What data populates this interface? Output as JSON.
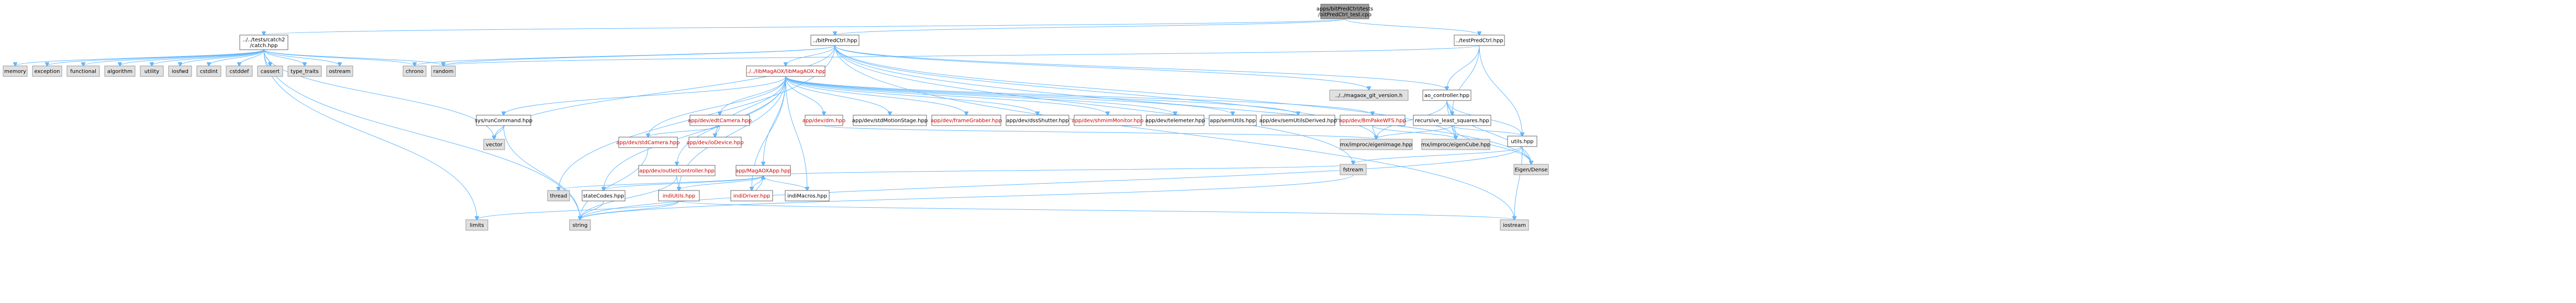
{
  "root": {
    "lines": [
      "apps/bitPredCtrl/tests",
      "/bitPredCtrl_test.cpp"
    ]
  },
  "nodes": {
    "catch2": {
      "lines": [
        "../../tests/catch2",
        "/catch.hpp"
      ]
    },
    "bitpredctrl": {
      "lines": [
        "../bitPredCtrl.hpp"
      ]
    },
    "testpredctrl": {
      "lines": [
        "../testPredCtrl.hpp"
      ]
    },
    "memory": {
      "lines": [
        "memory"
      ]
    },
    "exception": {
      "lines": [
        "exception"
      ]
    },
    "functional": {
      "lines": [
        "functional"
      ]
    },
    "algorithm": {
      "lines": [
        "algorithm"
      ]
    },
    "utility": {
      "lines": [
        "utility"
      ]
    },
    "iosfwd": {
      "lines": [
        "iosfwd"
      ]
    },
    "cstdint": {
      "lines": [
        "cstdint"
      ]
    },
    "cstddef": {
      "lines": [
        "cstddef"
      ]
    },
    "cassert": {
      "lines": [
        "cassert"
      ]
    },
    "type_traits": {
      "lines": [
        "type_traits"
      ]
    },
    "ostream": {
      "lines": [
        "ostream"
      ]
    },
    "chrono": {
      "lines": [
        "chrono"
      ]
    },
    "random": {
      "lines": [
        "random"
      ]
    },
    "magaox_git_version": {
      "lines": [
        "../../magaox_git_version.h"
      ]
    },
    "ao_controller": {
      "lines": [
        "ao_controller.hpp"
      ]
    },
    "magaoxapp_main": {
      "lines": [
        "../../libMagAOX/libMagAOX.hpp"
      ]
    },
    "recursive_ls": {
      "lines": [
        "recursive_least_squares.hpp"
      ]
    },
    "utils": {
      "lines": [
        "utils.hpp"
      ]
    },
    "sysruncommand": {
      "lines": [
        "sys/runCommand.hpp"
      ]
    },
    "vector": {
      "lines": [
        "vector"
      ]
    },
    "devedtcamera": {
      "lines": [
        "app/dev/edtCamera.hpp"
      ]
    },
    "devdm": {
      "lines": [
        "app/dev/dm.hpp"
      ]
    },
    "devstdmotionstage": {
      "lines": [
        "app/dev/stdMotionStage.hpp"
      ]
    },
    "devframegrabber": {
      "lines": [
        "app/dev/frameGrabber.hpp"
      ]
    },
    "devshutter": {
      "lines": [
        "app/dev/dssShutter.hpp"
      ]
    },
    "devshmimmonitor": {
      "lines": [
        "app/dev/shmimMonitor.hpp"
      ]
    },
    "devtelemeter": {
      "lines": [
        "app/dev/telemeter.hpp"
      ]
    },
    "semutils": {
      "lines": [
        "app/semUtils.hpp"
      ]
    },
    "devsemutilsderived": {
      "lines": [
        "app/dev/semUtilsDerived.hpp"
      ]
    },
    "devbmpakewfs": {
      "lines": [
        "app/dev/BmPakeWFS.hpp"
      ]
    },
    "devstdcamera": {
      "lines": [
        "app/dev/stdCamera.hpp"
      ]
    },
    "devioDevice": {
      "lines": [
        "app/dev/ioDevice.hpp"
      ]
    },
    "mximeigenimage": {
      "lines": [
        "mx/improc/eigenImage.hpp"
      ]
    },
    "mximeigencube": {
      "lines": [
        "mx/improc/eigenCube.hpp"
      ]
    },
    "outletcontroller": {
      "lines": [
        "app/dev/outletController.hpp"
      ]
    },
    "magaoxapp": {
      "lines": [
        "app/MagAOXApp.hpp"
      ]
    },
    "thread": {
      "lines": [
        "thread"
      ]
    },
    "statecodes": {
      "lines": [
        "stateCodes.hpp"
      ]
    },
    "indiutils": {
      "lines": [
        "indiUtils.hpp"
      ]
    },
    "indidriver": {
      "lines": [
        "indiDriver.hpp"
      ]
    },
    "indimacros": {
      "lines": [
        "indiMacros.hpp"
      ]
    },
    "fstream": {
      "lines": [
        "fstream"
      ]
    },
    "eigendense": {
      "lines": [
        "Eigen/Dense"
      ]
    },
    "limits": {
      "lines": [
        "limits"
      ]
    },
    "string": {
      "lines": [
        "string"
      ]
    },
    "iostream": {
      "lines": [
        "iostream"
      ]
    }
  },
  "colors": {
    "root": "#999999",
    "edge": "#63b8ff",
    "linked_text": "#cc0000",
    "system_fill": "#e0e0e0"
  }
}
